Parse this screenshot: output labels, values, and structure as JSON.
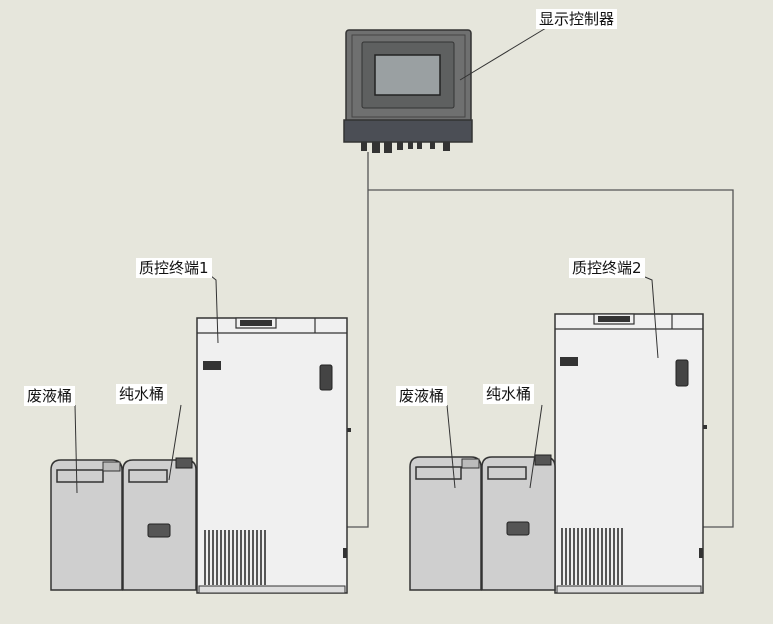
{
  "labels": {
    "controller": "显示控制器",
    "terminal_1": "质控终端1",
    "terminal_2": "质控终端2",
    "waste_bucket_1": "废液桶",
    "pure_water_bucket_1": "纯水桶",
    "waste_bucket_2": "废液桶",
    "pure_water_bucket_2": "纯水桶"
  },
  "colors": {
    "background": "#e6e6dc",
    "outline": "#333333",
    "cabinet_fill": "#f0f0f0",
    "bucket_fill": "#cfcfcf",
    "controller_body": "#6f7070",
    "controller_screen": "#9aa0a2"
  }
}
